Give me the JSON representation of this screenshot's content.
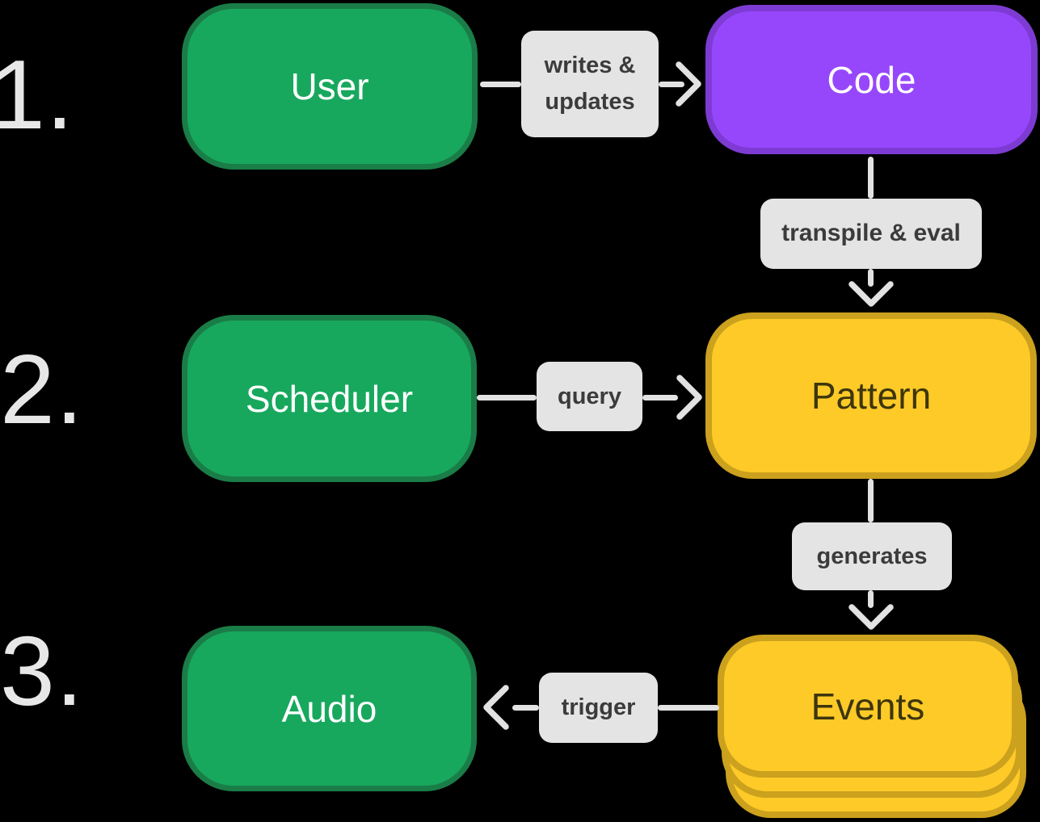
{
  "colors": {
    "background": "#000000",
    "green_fill": "#17a85d",
    "green_border": "#1a7d47",
    "purple_fill": "#9747fb",
    "purple_border": "#7d3bd3",
    "yellow_fill": "#fdca28",
    "yellow_border": "#cba11d",
    "label_bg": "#e4e4e4",
    "label_text": "#3b3b3b",
    "arrow": "#e2e2e2",
    "step_number": "#e7e7e7",
    "node_text_light": "#ffffff",
    "node_text_dark": "#3d350c"
  },
  "steps": [
    {
      "label": "1."
    },
    {
      "label": "2."
    },
    {
      "label": "3."
    }
  ],
  "nodes": {
    "user": {
      "label": "User",
      "color": "green"
    },
    "code": {
      "label": "Code",
      "color": "purple"
    },
    "scheduler": {
      "label": "Scheduler",
      "color": "green"
    },
    "pattern": {
      "label": "Pattern",
      "color": "yellow"
    },
    "events": {
      "label": "Events",
      "color": "yellow",
      "stacked": true
    },
    "audio": {
      "label": "Audio",
      "color": "green"
    }
  },
  "edges": {
    "writes_updates": {
      "label": "writes &\nupdates",
      "from": "user",
      "to": "code",
      "direction": "right"
    },
    "transpile_eval": {
      "label": "transpile & eval",
      "from": "code",
      "to": "pattern",
      "direction": "down"
    },
    "query": {
      "label": "query",
      "from": "scheduler",
      "to": "pattern",
      "direction": "right"
    },
    "generates": {
      "label": "generates",
      "from": "pattern",
      "to": "events",
      "direction": "down"
    },
    "trigger": {
      "label": "trigger",
      "from": "events",
      "to": "audio",
      "direction": "left"
    }
  }
}
